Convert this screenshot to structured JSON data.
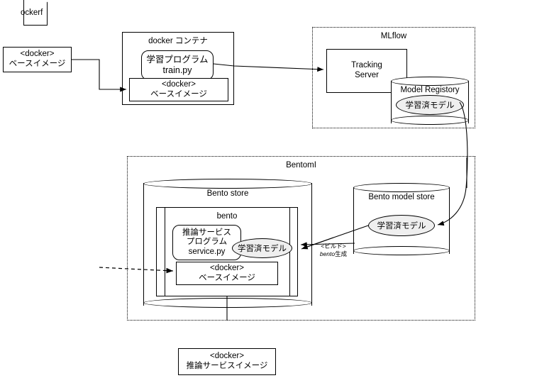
{
  "diagram": {
    "title": "MLflow / BentoML model packaging flow",
    "background": "#ffffff",
    "stroke": "#000000",
    "ellipse_fill": "#efefef"
  },
  "dockerfile_doc": {
    "label": "ockerf"
  },
  "base_image_left": {
    "line1": "<docker>",
    "line2": "ベースイメージ"
  },
  "docker_container": {
    "title": "docker コンテナ",
    "train_program": {
      "line1": "学習プログラム",
      "line2": "train.py"
    },
    "base_image": {
      "line1": "<docker>",
      "line2": "ベースイメージ"
    }
  },
  "mlflow": {
    "title": "MLflow",
    "tracking_server": {
      "line1": "Tracking",
      "line2": "Server"
    },
    "model_registory": {
      "title": "Model Registory",
      "model": "学習済モデル"
    }
  },
  "bentoml": {
    "title": "BentomI",
    "bento_store": {
      "title": "Bento store",
      "bento": {
        "title": "bento",
        "service_program": {
          "line1": "推論サービス",
          "line2": "プログラム",
          "line3": "service.py"
        },
        "model": "学習済モデル",
        "base_image": {
          "line1": "<docker>",
          "line2": "ベースイメージ"
        }
      }
    },
    "bento_model_store": {
      "title": "Bento model store",
      "model": "学習済モデル"
    }
  },
  "build_edge_label": {
    "line1": "<ビルド>",
    "line2_italic": "bento",
    "line2_rest": "生成"
  },
  "inference_image": {
    "line1": "<docker>",
    "line2": "推論サービスイメージ"
  }
}
